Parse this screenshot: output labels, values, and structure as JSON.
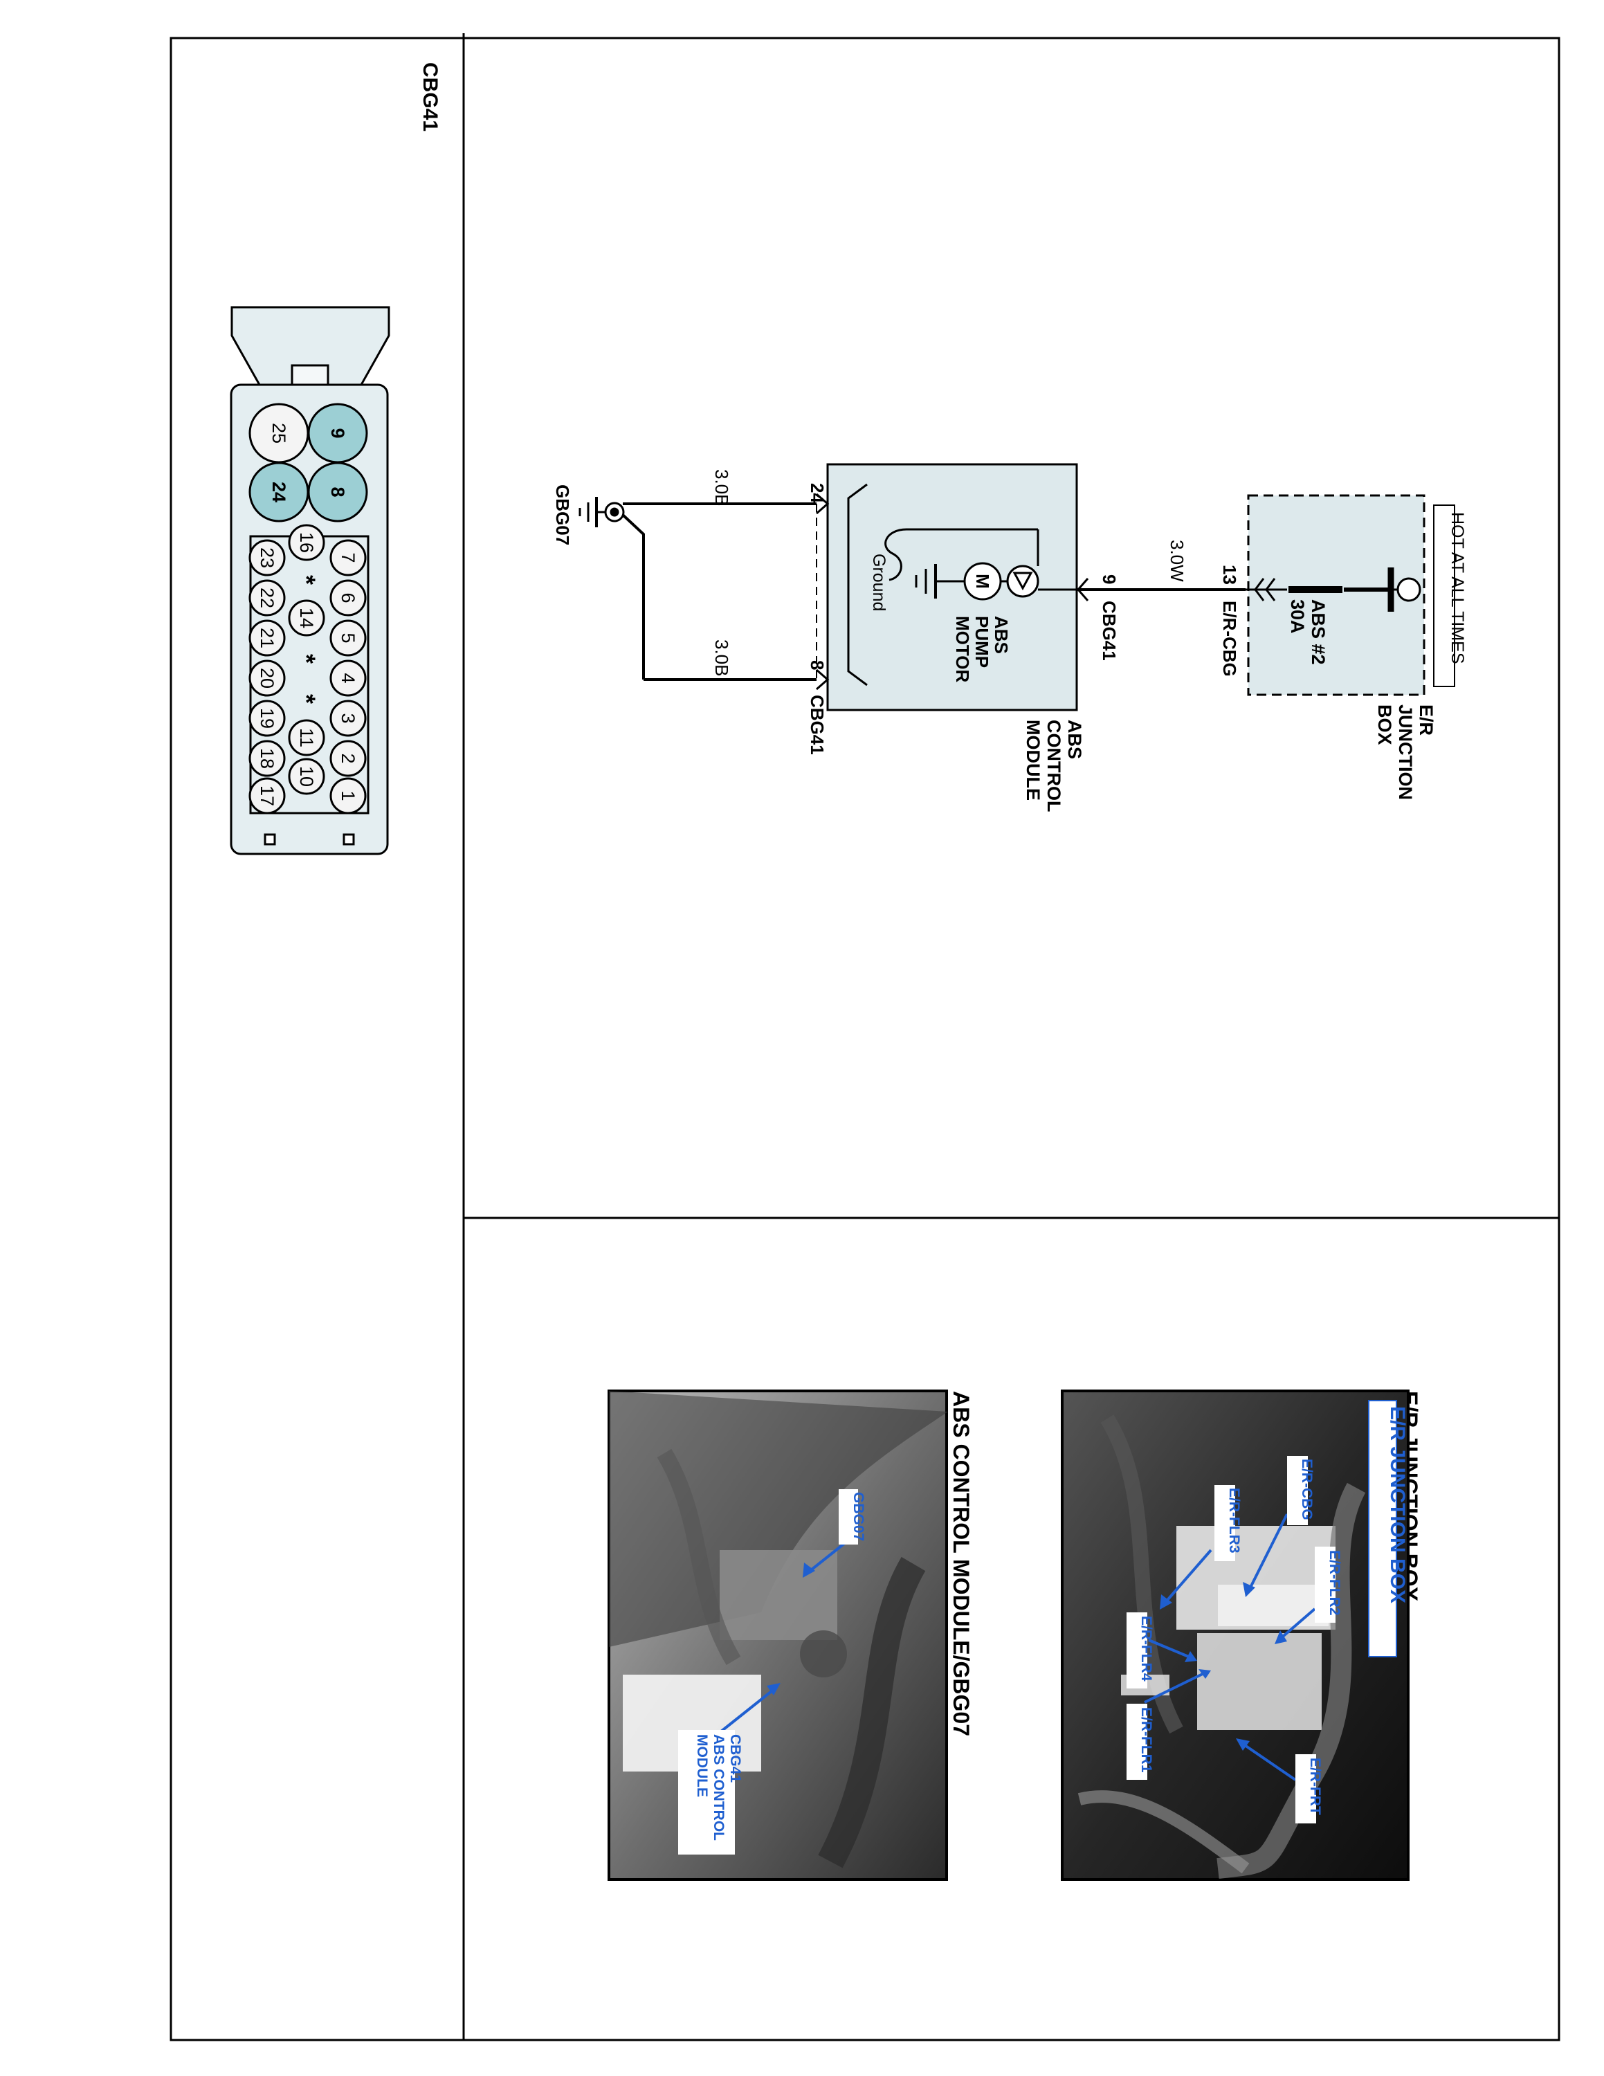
{
  "connector_panel": {
    "connector_id": "CBG41",
    "pins": {
      "p1": "1",
      "p2": "2",
      "p3": "3",
      "p4": "4",
      "p5": "5",
      "p6": "6",
      "p7": "7",
      "p8": "8",
      "p9": "9",
      "p10": "10",
      "p11": "11",
      "p14": "14",
      "p16": "16",
      "p17": "17",
      "p18": "18",
      "p19": "19",
      "p20": "20",
      "p21": "21",
      "p22": "22",
      "p23": "23",
      "p24": "24",
      "p25": "25"
    },
    "blank_pin_mark": "*",
    "highlighted_pins": [
      "8",
      "9",
      "24"
    ],
    "highlight_color": "#9ccfd4"
  },
  "schematic": {
    "hot_label": "HOT AT ALL TIMES",
    "junction_box": [
      "E/R",
      "JUNCTION",
      "BOX"
    ],
    "fuse_name": "ABS #2",
    "fuse_rating": "30A",
    "jb_pin": "13",
    "jb_connector": "E/R-CBG",
    "wire_power": "3.0W",
    "module_pin_power": "9",
    "module_connector": "CBG41",
    "module_name": [
      "ABS",
      "CONTROL",
      "MODULE"
    ],
    "motor_symbol": "M",
    "motor_name": [
      "ABS",
      "PUMP",
      "MOTOR"
    ],
    "ground_label": "Ground",
    "ground_pin_a": "24",
    "ground_pin_b": "8",
    "ground_connector": "CBG41",
    "wire_ground_a": "3.0B",
    "wire_ground_b": "3.0B",
    "ground_point": "GBG07",
    "module_fill": "#dde9ec"
  },
  "photos": {
    "photo1": {
      "title": "E/R JUNCTION BOX",
      "banner": "E/R JUNCTION BOX",
      "callouts": {
        "c1": "E/R-CBG",
        "c2": "E/R-FLR2",
        "c3": "E/R-FLR3",
        "c4": "E/R-FLR4",
        "c5": "E/R-FLR1",
        "c6": "E/R-FRT"
      }
    },
    "photo2": {
      "title": "ABS CONTROL MODULE/GBG07",
      "callout_ground": "GBG07",
      "callout_module": [
        "CBG41",
        "ABS CONTROL",
        "MODULE"
      ]
    },
    "callout_color": "#1f5fd0"
  }
}
